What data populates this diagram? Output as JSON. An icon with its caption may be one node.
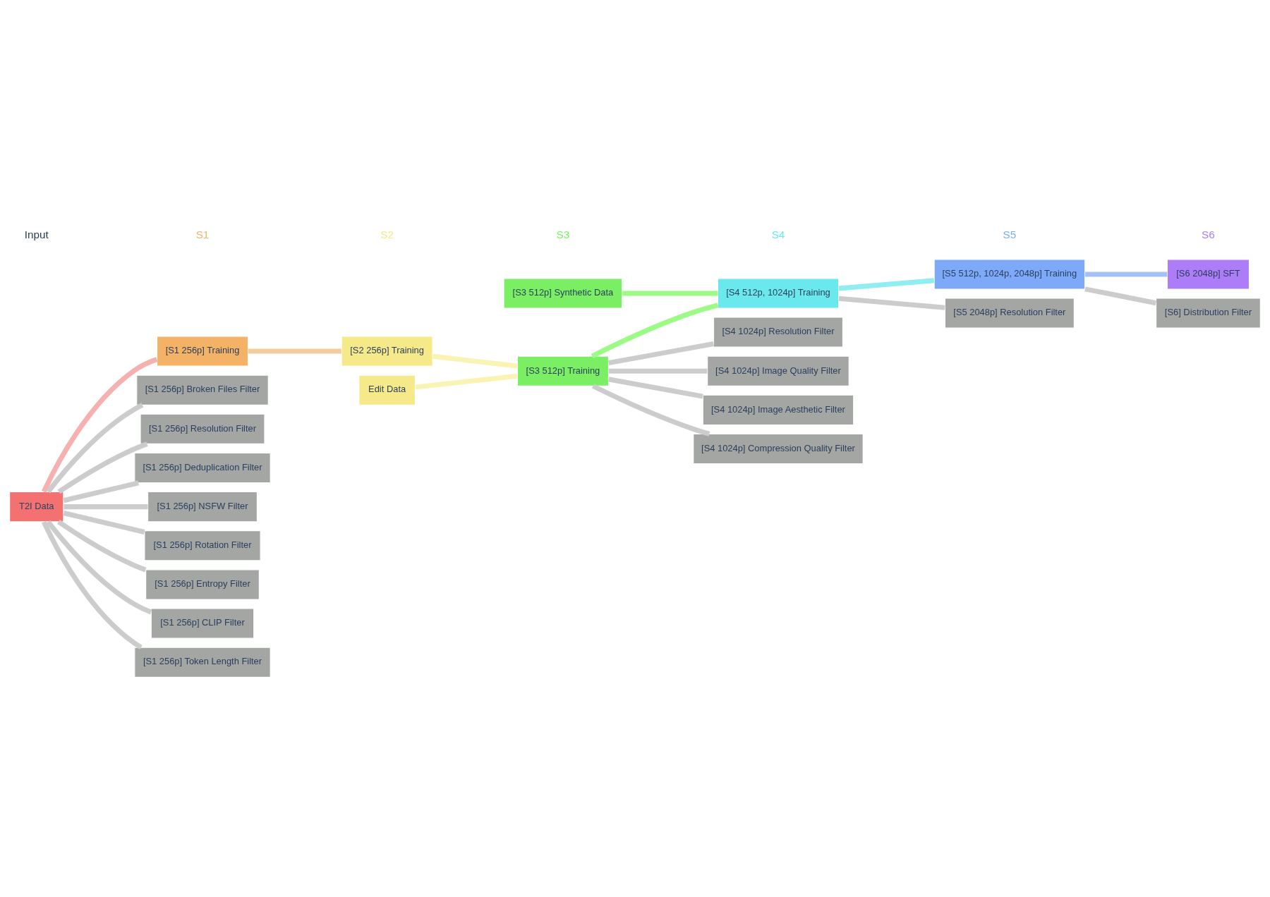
{
  "diagram": {
    "nodes": [
      {
        "text": [
          "T2I Data"
        ]
      },
      {
        "text": [
          "[S1 256p] Training"
        ]
      },
      {
        "text": [
          "[S1 256p] Broken Files Filter"
        ]
      },
      {
        "text": [
          "[S1 256p] Resolution Filter"
        ]
      },
      {
        "text": [
          "[S1 256p] Deduplication Filter"
        ]
      },
      {
        "text": [
          "[S1 256p] NSFW Filter"
        ]
      },
      {
        "text": [
          "[S1 256p] Rotation Filter"
        ]
      },
      {
        "text": [
          "[S1 256p] Entropy Filter"
        ]
      },
      {
        "text": [
          "[S1 256p] CLIP Filter"
        ]
      },
      {
        "text": [
          "[S1 256p] Token Length Filter"
        ]
      },
      {
        "text": [
          "[S2 256p] Training"
        ]
      },
      {
        "text": [
          "Edit Data"
        ]
      },
      {
        "text": [
          "[S3 512p] Training"
        ]
      },
      {
        "text": [
          "[S3 512p] Synthetic Data"
        ]
      },
      {
        "text": [
          "[S4 512p, 1024p] Training"
        ]
      },
      {
        "text": [
          "[S4 1024p] Resolution Filter"
        ]
      },
      {
        "text": [
          "[S4 1024p] Image Quality Filter"
        ]
      },
      {
        "text": [
          "[S4 1024p] Image Aesthetic Filter"
        ]
      },
      {
        "text": [
          "[S4 1024p] Compression Quality Filter"
        ]
      },
      {
        "text": [
          "[S5 512p, 1024p, 2048p] Training"
        ]
      },
      {
        "text": [
          "[S5 2048p] Resolution Filter"
        ]
      },
      {
        "text": [
          "[S6 2048p] SFT"
        ]
      },
      {
        "text": [
          "[S6] Distribution Filter"
        ]
      }
    ],
    "edges": [
      {
        "from": 0,
        "to": 1,
        "arrow": "none",
        "color": "#f6b0b0"
      },
      {
        "from": 0,
        "to": 2,
        "arrow": "none"
      },
      {
        "from": 0,
        "to": 3,
        "arrow": "none"
      },
      {
        "from": 0,
        "to": 4,
        "arrow": "none"
      },
      {
        "from": 0,
        "to": 5,
        "arrow": "none"
      },
      {
        "from": 0,
        "to": 6,
        "arrow": "none"
      },
      {
        "from": 0,
        "to": 7,
        "arrow": "none"
      },
      {
        "from": 0,
        "to": 8,
        "arrow": "none"
      },
      {
        "from": 0,
        "to": 9,
        "arrow": "none"
      },
      {
        "from": 1,
        "to": 10,
        "arrow": "none",
        "color": "#f4cc9e"
      },
      {
        "from": 10,
        "to": 12,
        "arrow": "none",
        "color": "#f9f4b4"
      },
      {
        "from": 11,
        "to": 12,
        "arrow": "none",
        "color": "#f9f4b4"
      },
      {
        "from": 12,
        "to": 14,
        "arrow": "none",
        "color": "#9cfb84"
      },
      {
        "from": 12,
        "to": 15,
        "arrow": "none"
      },
      {
        "from": 12,
        "to": 16,
        "arrow": "none"
      },
      {
        "from": 12,
        "to": 17,
        "arrow": "none"
      },
      {
        "from": 12,
        "to": 18,
        "arrow": "none"
      },
      {
        "from": 13,
        "to": 14,
        "arrow": "none",
        "color": "#9cfb84"
      },
      {
        "from": 14,
        "to": 19,
        "arrow": "none",
        "color": "#8eeef1"
      },
      {
        "from": 14,
        "to": 20,
        "arrow": "none"
      },
      {
        "from": 19,
        "to": 21,
        "arrow": "none",
        "color": "#a3c1f8"
      },
      {
        "from": 19,
        "to": 22,
        "arrow": "none"
      }
    ],
    "labels": [
      "Input",
      "S1",
      "S2",
      "S3",
      "S4",
      "S5",
      "S6"
    ]
  }
}
